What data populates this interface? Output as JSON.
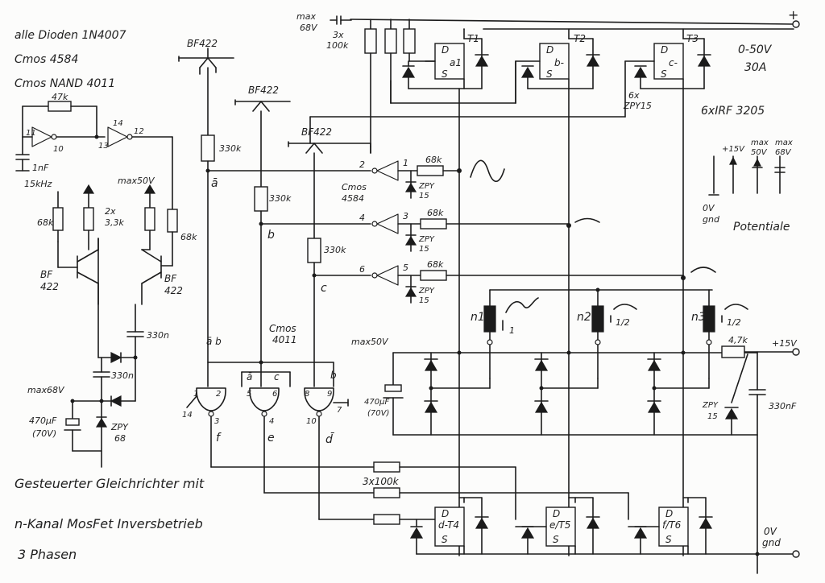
{
  "notes": {
    "diodes": "alle Dioden 1N4007",
    "cmos1": "Cmos 4584",
    "cmos2": "Cmos NAND 4011",
    "title_l1": "Gesteuerter Gleichrichter mit",
    "title_l2": "n-Kanal MosFet  Inversbetrieb",
    "title_l3": "3 Phasen",
    "out_voltage": "0-50V",
    "out_current": "30A",
    "mosfets": "6xIRF 3205",
    "potentials": "Potentiale",
    "gnd_lbl": "0V\ngnd",
    "gnd_br": "0V\ngnd"
  },
  "components": {
    "bf422": "BF422",
    "bf_l1": "BF",
    "bf_l2": "422",
    "r330k": "330k",
    "r68k": "68k",
    "r47k": "47k",
    "r47k_b": "4,7k",
    "r3x100k_top": "3x\n100k",
    "r3x100k_bot": "3x100k",
    "r2x33k": "2x\n3,3k",
    "zpy15": "ZPY\n15",
    "zpy15_top": "6x\nZPY15",
    "zpy68": "ZPY\n68",
    "cap1nF": "1nF",
    "freq": "15kHz",
    "c330n": "330n",
    "c330nF": "330nF",
    "c470u": "470µF\n(70V)",
    "c470u_b": "470µF\n(70V)",
    "cmos4584": "Cmos\n4584",
    "cmos4011": "Cmos\n4011",
    "max68V": "max\n68V",
    "max68V_l": "max68V",
    "max50V": "max50V",
    "max50V_t": "max50V",
    "plus15V": "+15V",
    "plus": "+",
    "t1": "T1",
    "t2": "T2",
    "t3": "T3",
    "t4": "T4",
    "t5": "T5",
    "t6": "T6",
    "g_a1": "a1",
    "g_b": "b-",
    "g_c": "c-",
    "g_d": "d-",
    "g_e": "e",
    "g_f": "f",
    "drain": "D",
    "source": "S",
    "n1": "n1",
    "n2": "n2",
    "n3": "n3",
    "ratio1": "1",
    "ratio2": "1/2",
    "ratio3": "1/2",
    "sig_a": "a",
    "sig_abar": "ā",
    "sig_b": "b",
    "sig_c": "c",
    "sig_ab": "ā b",
    "sig_d": "d",
    "sig_dbar": "d̄",
    "sig_e": "e",
    "sig_f": "f",
    "leg_15": "+15V",
    "leg_50": "max\n50V",
    "leg_68": "max\n68V",
    "pin_1": "1",
    "pin_2": "2",
    "pin_3": "3",
    "pin_4": "4",
    "pin_5": "5",
    "pin_6": "6",
    "pin_7": "7",
    "pin_8": "8",
    "pin_9": "9",
    "pin_10": "10",
    "pin_11": "11",
    "pin_12": "12",
    "pin_13": "13",
    "pin_14": "14"
  }
}
